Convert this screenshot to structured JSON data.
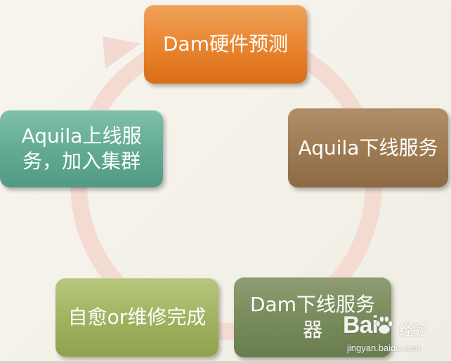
{
  "diagram": {
    "type": "cycle",
    "nodes": [
      {
        "id": "hardware-prediction",
        "label": "Dam硬件预测",
        "color": "#e8832d"
      },
      {
        "id": "aquila-offline",
        "label": "Aquila下线服务",
        "color": "#9d7a52"
      },
      {
        "id": "dam-offline",
        "label": "Dam下线服务器",
        "color": "#778a5a"
      },
      {
        "id": "self-heal-repair",
        "label": "自愈or维修完成",
        "color": "#9fb25f"
      },
      {
        "id": "aquila-online",
        "label": "Aquila上线服务，加入集群",
        "color": "#61a993"
      }
    ],
    "edges": [
      {
        "from": "hardware-prediction",
        "to": "aquila-offline"
      },
      {
        "from": "aquila-offline",
        "to": "dam-offline"
      },
      {
        "from": "dam-offline",
        "to": "self-heal-repair"
      },
      {
        "from": "self-heal-repair",
        "to": "aquila-online"
      },
      {
        "from": "aquila-online",
        "to": "hardware-prediction"
      }
    ],
    "ring_color": "#f3d9d1"
  },
  "watermark": {
    "brand": "Bai",
    "brand_suffix": "经验",
    "domain": "jingyan.baidu.com"
  }
}
